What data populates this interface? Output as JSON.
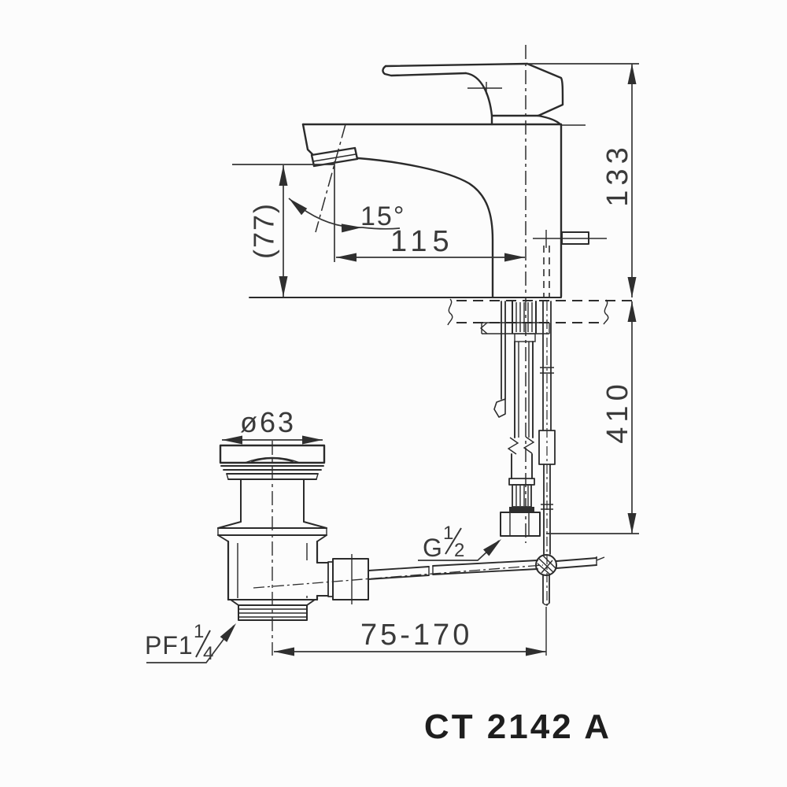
{
  "drawing": {
    "type": "faucet-installation-technical-drawing",
    "model_code": "CT 2142 A",
    "colors": {
      "background": "#fcfcfc",
      "line": "#2b2b2b",
      "text": "#3a3a3a"
    },
    "dimensions": {
      "height_above_counter": "133",
      "depth_below_counter": "410",
      "spout_outlet_height": "(77)",
      "spout_reach": "115",
      "spout_angle": "15°",
      "drain_flange_diameter": "ø63",
      "rod_adjustment_range": "75-170",
      "supply_connection": {
        "prefix": "G",
        "numerator": "1",
        "denominator": "2"
      },
      "drain_connection": {
        "prefix": "PF1",
        "numerator": "1",
        "denominator": "4"
      }
    }
  }
}
